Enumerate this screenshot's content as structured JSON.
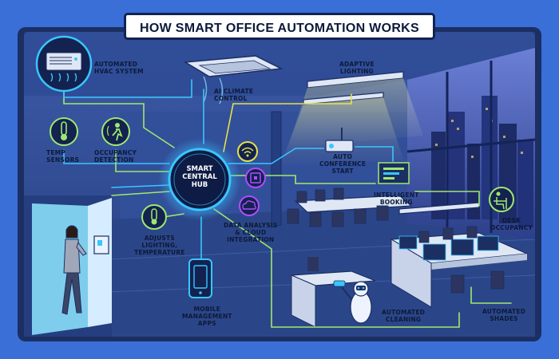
{
  "title": "HOW SMART OFFICE AUTOMATION WORKS",
  "labels": {
    "hvac": "AUTOMATED\nHVAC SYSTEM",
    "ai_climate": "AI CLIMATE\nCONTROL",
    "adaptive_lighting": "ADAPTIVE\nLIGHTING",
    "temp_sensors": "TEMP\nSENSORS",
    "occupancy_detection": "OCCUPANCY\nDETECTION",
    "hub": "SMART\nCENTRAL\nHUB",
    "auto_conference": "AUTO\nCONFERENCE\nSTART",
    "intelligent_booking": "INTELLIGENT\nBOOKING",
    "desk_occupancy": "DESK\nOCCUPANCY",
    "data_cloud": "DATA ANALYSIS\n& CLOUD\nINTEGRATION",
    "adjusts": "ADJUSTS\nLIGHTING,\nTEMPERATURE",
    "mobile": "MOBILE\nMANAGEMENT\nAPPS",
    "cleaning": "AUTOMATED\nCLEANING",
    "shades": "AUTOMATED\nSHADES"
  },
  "colors": {
    "background": "#3a6fd8",
    "frame": "#1b2f63",
    "neon_blue": "#39c6ff",
    "neon_green": "#9fe870",
    "neon_yellow": "#e6e24a",
    "neon_purple": "#b04cff"
  },
  "icons": [
    "hvac-unit-icon",
    "thermometer-icon",
    "person-motion-icon",
    "wifi-icon",
    "router-icon",
    "cloud-icon",
    "monitor-calendar-icon",
    "desk-person-icon",
    "smartphone-icon"
  ]
}
